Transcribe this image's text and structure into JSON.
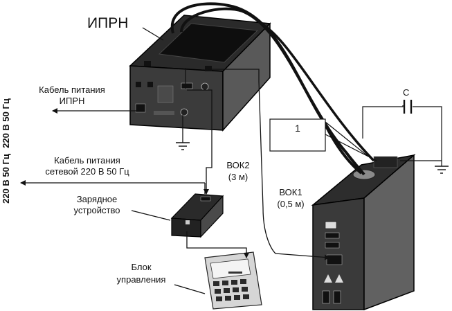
{
  "labels": {
    "iprn": "ИПРН",
    "power_cable_iprn_l1": "Кабель питания",
    "power_cable_iprn_l2": "ИПРН",
    "voltage_top": "220 В 50 Гц",
    "power_cable_net_l1": "Кабель питания",
    "power_cable_net_l2": "сетевой 220 В 50 Гц",
    "voltage_bottom": "220 В 50 Гц",
    "vok2_l1": "ВОК2",
    "vok2_l2": "(3 м)",
    "vok1_l1": "ВОК1",
    "vok1_l2": "(0,5 м)",
    "charger_l1": "Зарядное",
    "charger_l2": "устройство",
    "control_l1": "Блок",
    "control_l2": "управления",
    "block_1": "1",
    "capacitor": "С"
  },
  "colors": {
    "device_dark": "#3a3a3a",
    "device_top": "#1c1c1c",
    "device_side": "#555555",
    "cable": "#111111",
    "line": "#222222"
  }
}
